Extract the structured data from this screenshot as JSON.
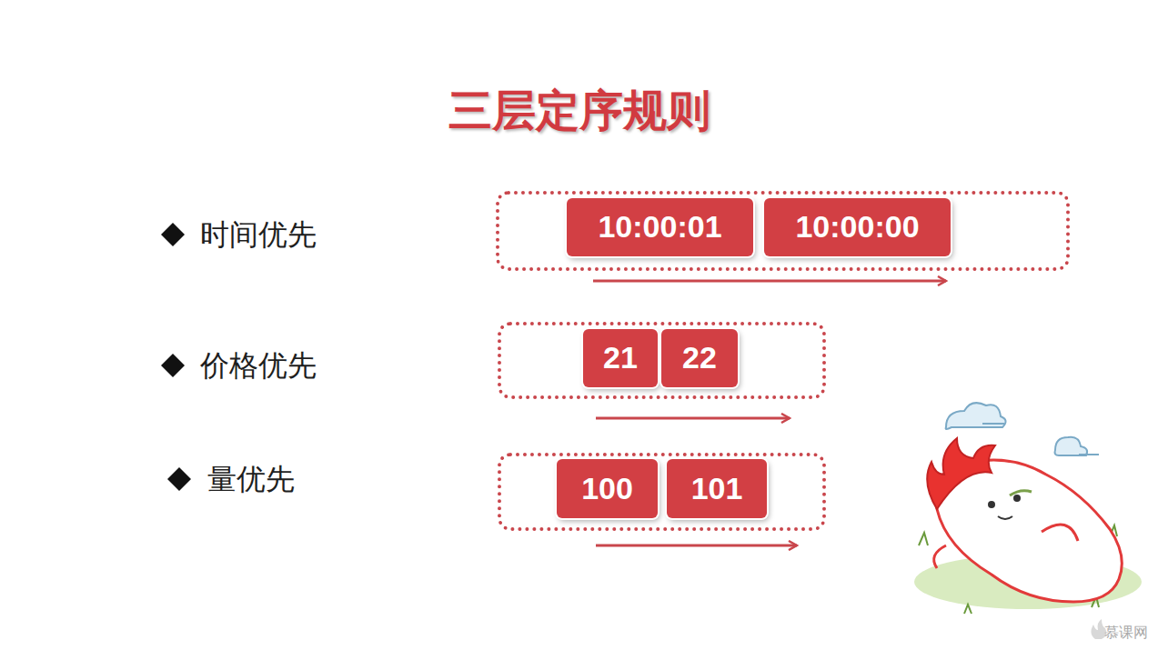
{
  "diagram": {
    "title": "三层定序规则",
    "nodes": [
      {
        "text": [
          "时间优先"
        ]
      },
      {
        "text": [
          "10:00:01"
        ],
        "in": 0
      },
      {
        "text": [
          "10:00:00"
        ],
        "in": 0
      },
      {
        "text": [
          "价格优先"
        ]
      },
      {
        "text": [
          "21"
        ],
        "in": 3
      },
      {
        "text": [
          "22"
        ],
        "in": 3
      },
      {
        "text": [
          "量优先"
        ]
      },
      {
        "text": [
          "100"
        ],
        "in": 6
      },
      {
        "text": [
          "101"
        ],
        "in": 6
      }
    ],
    "labels": [
      "慕课网"
    ]
  }
}
